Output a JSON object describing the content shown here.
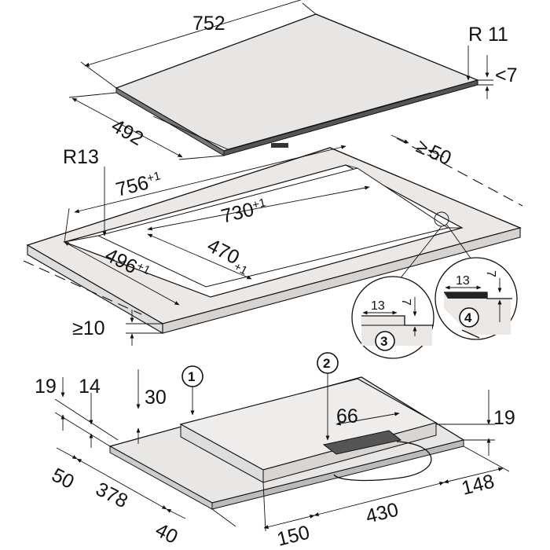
{
  "dimensions": {
    "hob_width": "752",
    "hob_depth": "492",
    "corner_radius_hob": "R 11",
    "hob_height": "<7",
    "cutout_corner_radius": "R13",
    "cutout_outer_width": "756",
    "cutout_outer_width_tol": "+1",
    "min_distance_rear": "50",
    "min_distance_rear_prefix": "≥",
    "cutout_inner_width": "730",
    "cutout_inner_width_tol": "+1",
    "cutout_inner_depth": "470",
    "cutout_inner_depth_tol": "+1",
    "cutout_outer_depth": "496",
    "cutout_outer_depth_tol": "+1",
    "worktop_min_thickness": "≥10",
    "detail3_width": "13",
    "detail3_height": "7",
    "detail4_width": "13",
    "detail4_height": "7",
    "bottom_19_left": "19",
    "bottom_14": "14",
    "bottom_30": "30",
    "bottom_66": "66",
    "bottom_19_right": "19",
    "bottom_50": "50",
    "bottom_378": "378",
    "bottom_40": "40",
    "bottom_150": "150",
    "bottom_430": "430",
    "bottom_148": "148"
  },
  "callouts": {
    "c1": "1",
    "c2": "2",
    "c3": "3",
    "c4": "4"
  },
  "colors": {
    "line": "#111111",
    "hob_top": "#e8e6e4",
    "worktop_fill": "#ebe8e6",
    "hob_edge": "#5a5a5a",
    "body_fill": "#e9e7e5"
  }
}
